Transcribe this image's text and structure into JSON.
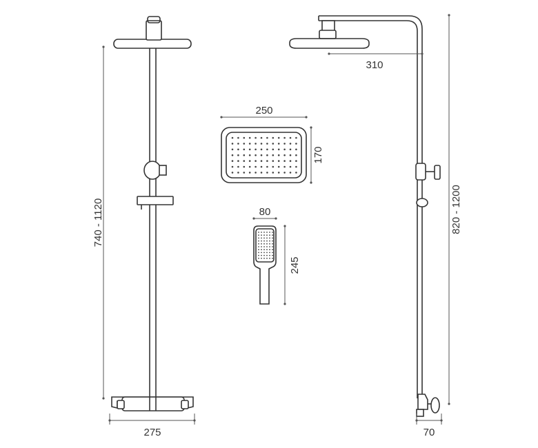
{
  "dimensions": {
    "front_height": "740 - 1120",
    "front_width": "275",
    "overhead_reach": "310",
    "overhead_width": "250",
    "overhead_depth": "170",
    "hand_width": "80",
    "hand_length": "245",
    "side_height": "820 - 1200",
    "wall_offset": "70"
  }
}
